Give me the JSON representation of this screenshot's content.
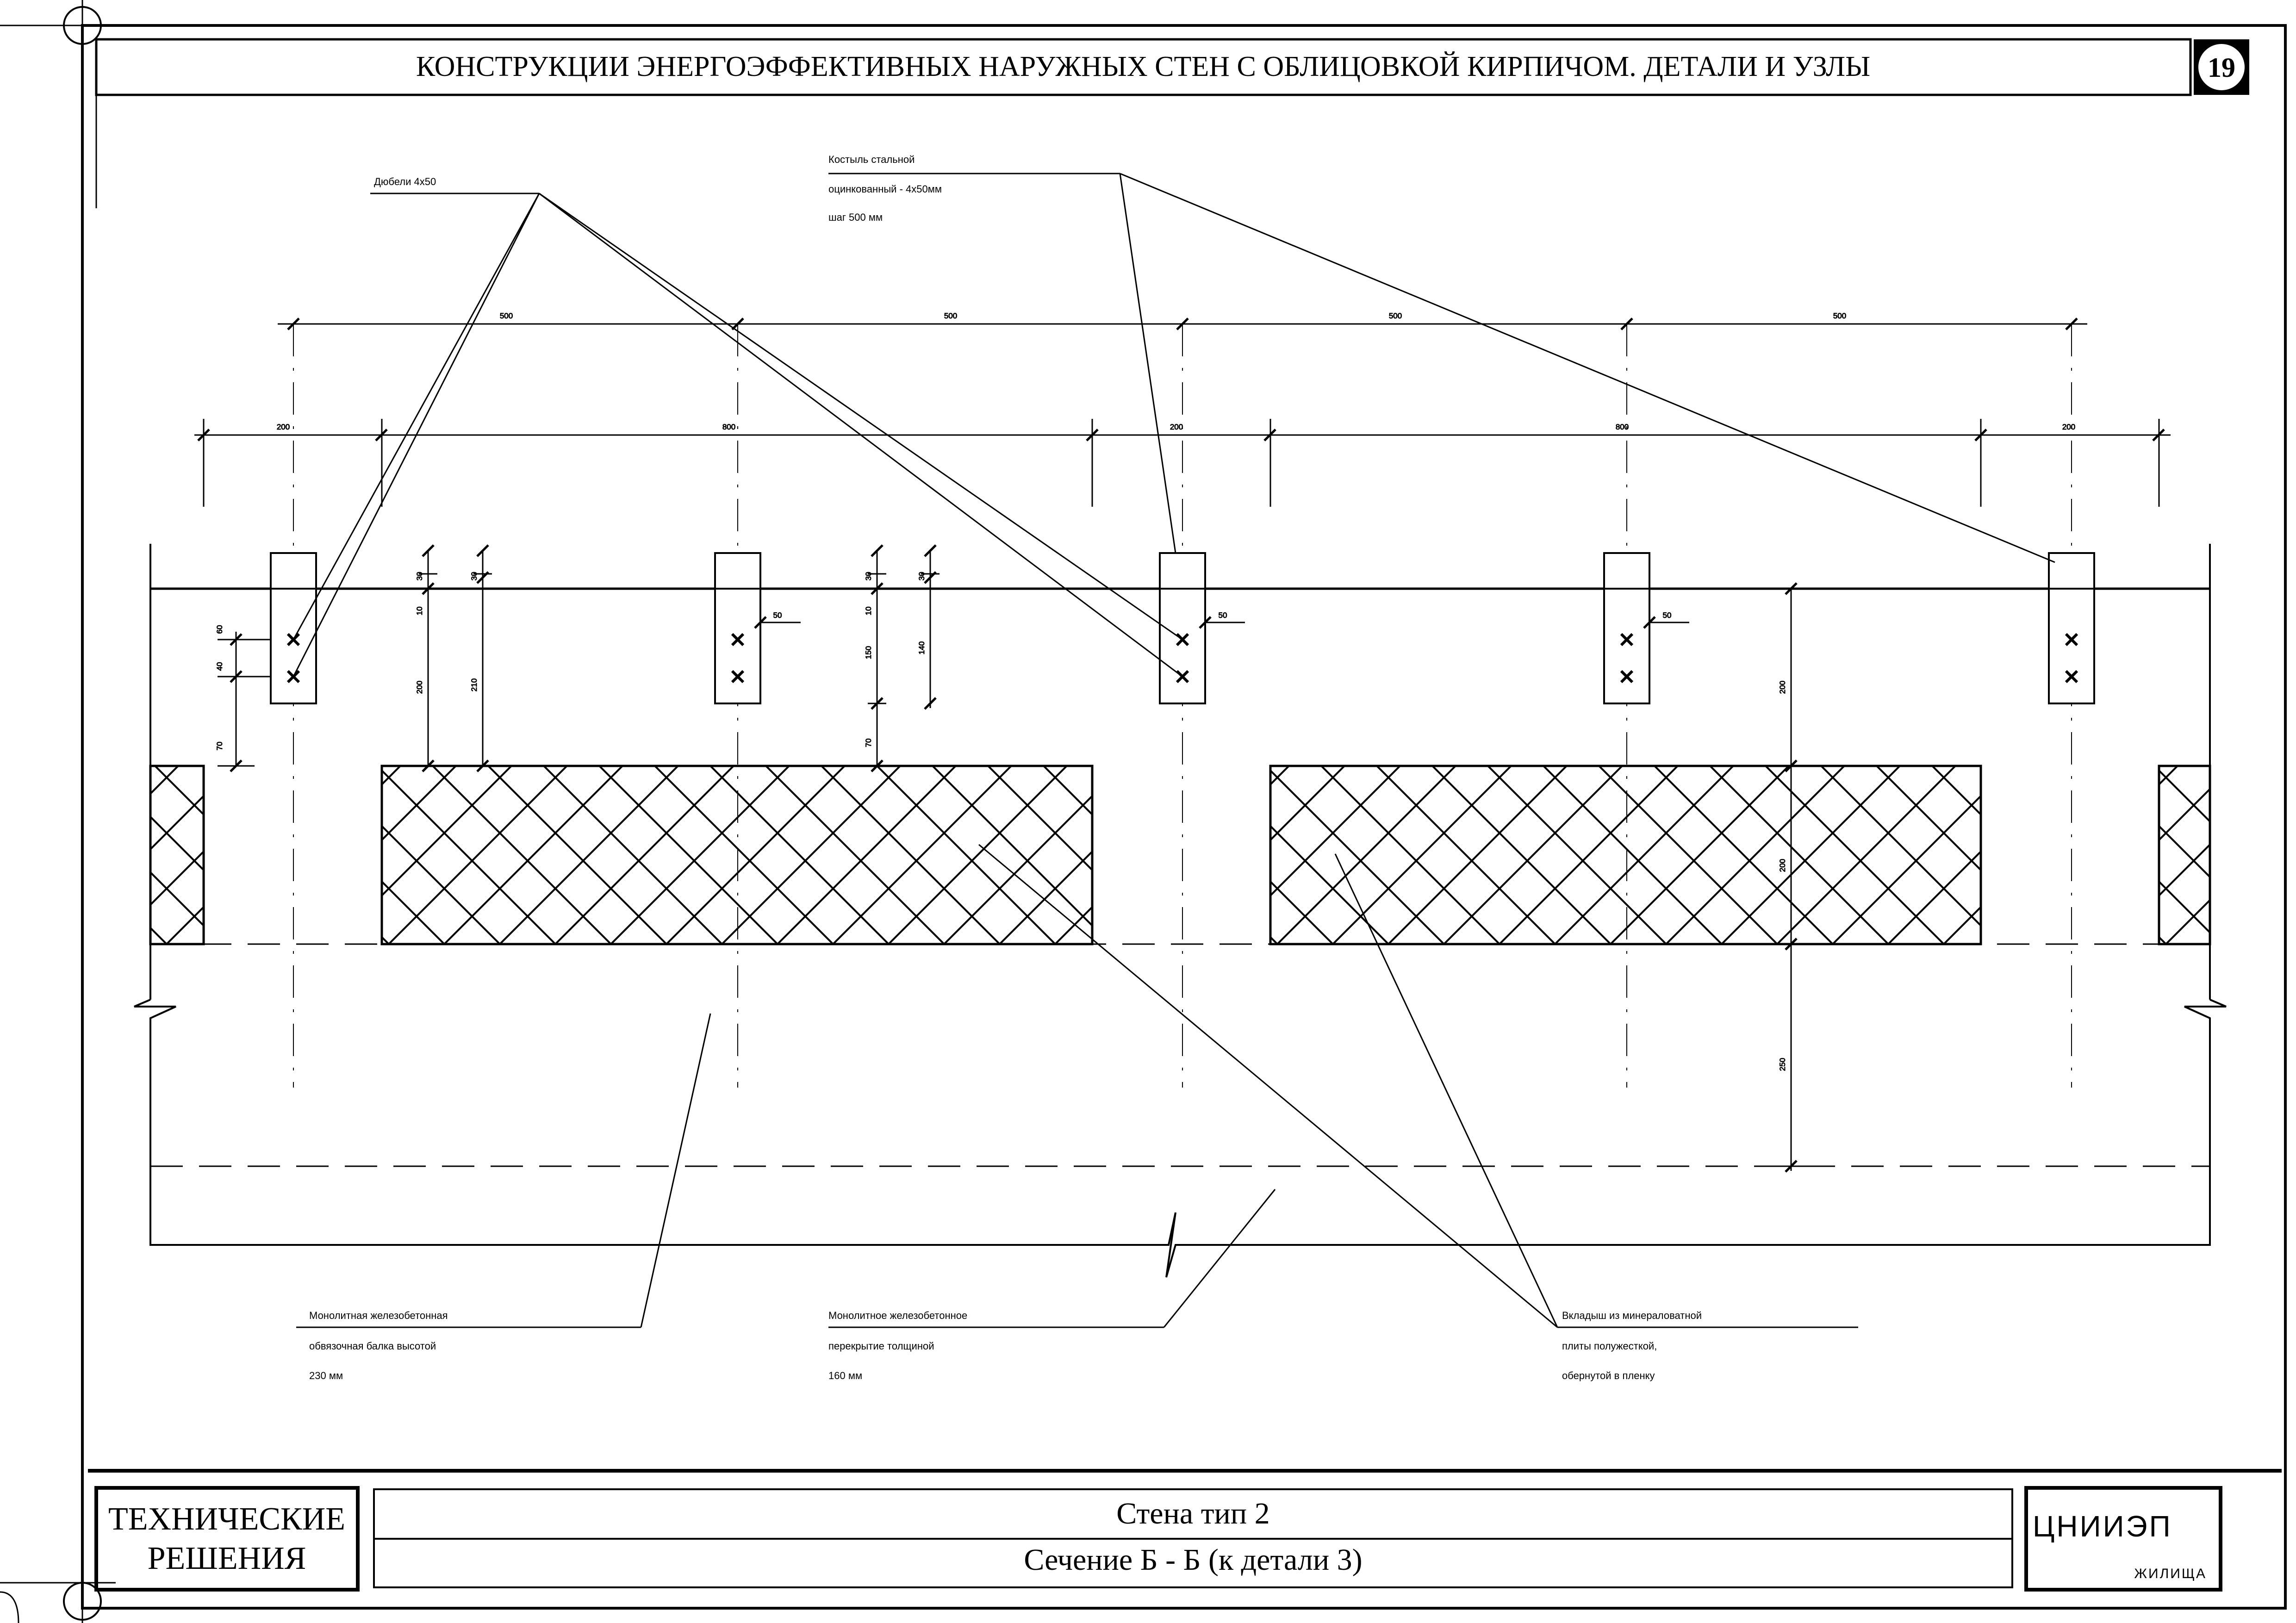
{
  "header": {
    "title": "КОНСТРУКЦИИ ЭНЕРГОЭФФЕКТИВНЫХ НАРУЖНЫХ СТЕН С ОБЛИЦОВКОЙ КИРПИЧОМ. ДЕТАЛИ И УЗЛЫ",
    "sheet_number": "19"
  },
  "callouts": {
    "dowels": {
      "line1": "Дюбели  4x50"
    },
    "crutch": {
      "line1": "Костыль  стальной",
      "line2": "оцинкованный   - 4x50мм",
      "line3": "шаг  500  мм"
    },
    "beam": {
      "line1": "Монолитная  железобетонная",
      "line2": "обвязочная  балка  высотой",
      "line3": "230  мм"
    },
    "slab": {
      "line1": "Монолитное  железобетонное",
      "line2": "перекрытие  толщиной",
      "line3": "160  мм"
    },
    "insert": {
      "line1": "Вкладыш  из  минераловатной",
      "line2": "плиты  полужесткой,",
      "line3": "обернутой  в  пленку"
    }
  },
  "dimensions": {
    "top_row": [
      "500",
      "500",
      "500",
      "500"
    ],
    "second_row": [
      "200",
      "800",
      "200",
      "800",
      "200"
    ],
    "left_vertical": [
      "60",
      "40",
      "70"
    ],
    "v_10a": "10",
    "v_200": "200",
    "v_210": "210",
    "v_30a": "30",
    "v_30b": "30",
    "v_10b": "10",
    "v_150": "150",
    "v_140": "140",
    "v_70": "70",
    "v_30c": "30",
    "v_30d": "30",
    "h_50": [
      "50",
      "50",
      "50"
    ],
    "right_vertical": [
      "200",
      "200",
      "250"
    ]
  },
  "title_block": {
    "left_line1": "ТЕХНИЧЕСКИЕ",
    "left_line2": "РЕШЕНИЯ",
    "center_line1": "Стена тип 2",
    "center_line2": "Сечение Б - Б (к детали 3)",
    "logo_main": "ЦНИИЭП",
    "logo_sub": "ЖИЛИЩА"
  }
}
